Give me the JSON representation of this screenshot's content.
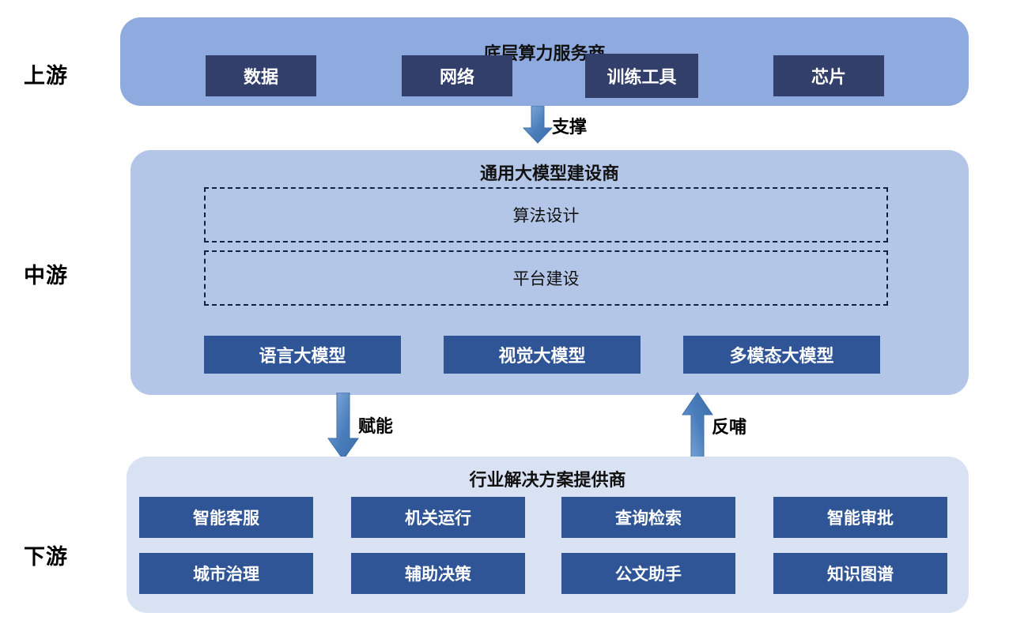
{
  "tiers": [
    {
      "label": "上游"
    },
    {
      "label": "中游"
    },
    {
      "label": "下游"
    }
  ],
  "upstream": {
    "title": "底层算力服务商",
    "items": [
      {
        "label": "数据"
      },
      {
        "label": "网络"
      },
      {
        "label": "训练工具"
      },
      {
        "label": "芯片"
      }
    ]
  },
  "midstream": {
    "title": "通用大模型建设商",
    "panels": [
      {
        "label": "算法设计"
      },
      {
        "label": "平台建设"
      }
    ],
    "items": [
      {
        "label": "语言大模型"
      },
      {
        "label": "视觉大模型"
      },
      {
        "label": "多模态大模型"
      }
    ]
  },
  "downstream": {
    "title": "行业解决方案提供商",
    "row1": [
      {
        "label": "智能客服"
      },
      {
        "label": "机关运行"
      },
      {
        "label": "查询检索"
      },
      {
        "label": "智能审批"
      }
    ],
    "row2": [
      {
        "label": "城市治理"
      },
      {
        "label": "辅助决策"
      },
      {
        "label": "公文助手"
      },
      {
        "label": "知识图谱"
      }
    ]
  },
  "arrows": [
    {
      "name": "support",
      "label": "支撑",
      "direction": "down"
    },
    {
      "name": "empower",
      "label": "赋能",
      "direction": "down"
    },
    {
      "name": "feedback",
      "label": "反哺",
      "direction": "up"
    }
  ],
  "colors": {
    "upstream_panel": "#8faade",
    "midstream_panel": "#b4c6e7",
    "downstream_panel": "#d9e2f3",
    "chip_upstream": "#333f6b",
    "chip_accent": "#2f5597",
    "arrow_fill": "#4a7ebb",
    "dash_border": "#11203f"
  }
}
